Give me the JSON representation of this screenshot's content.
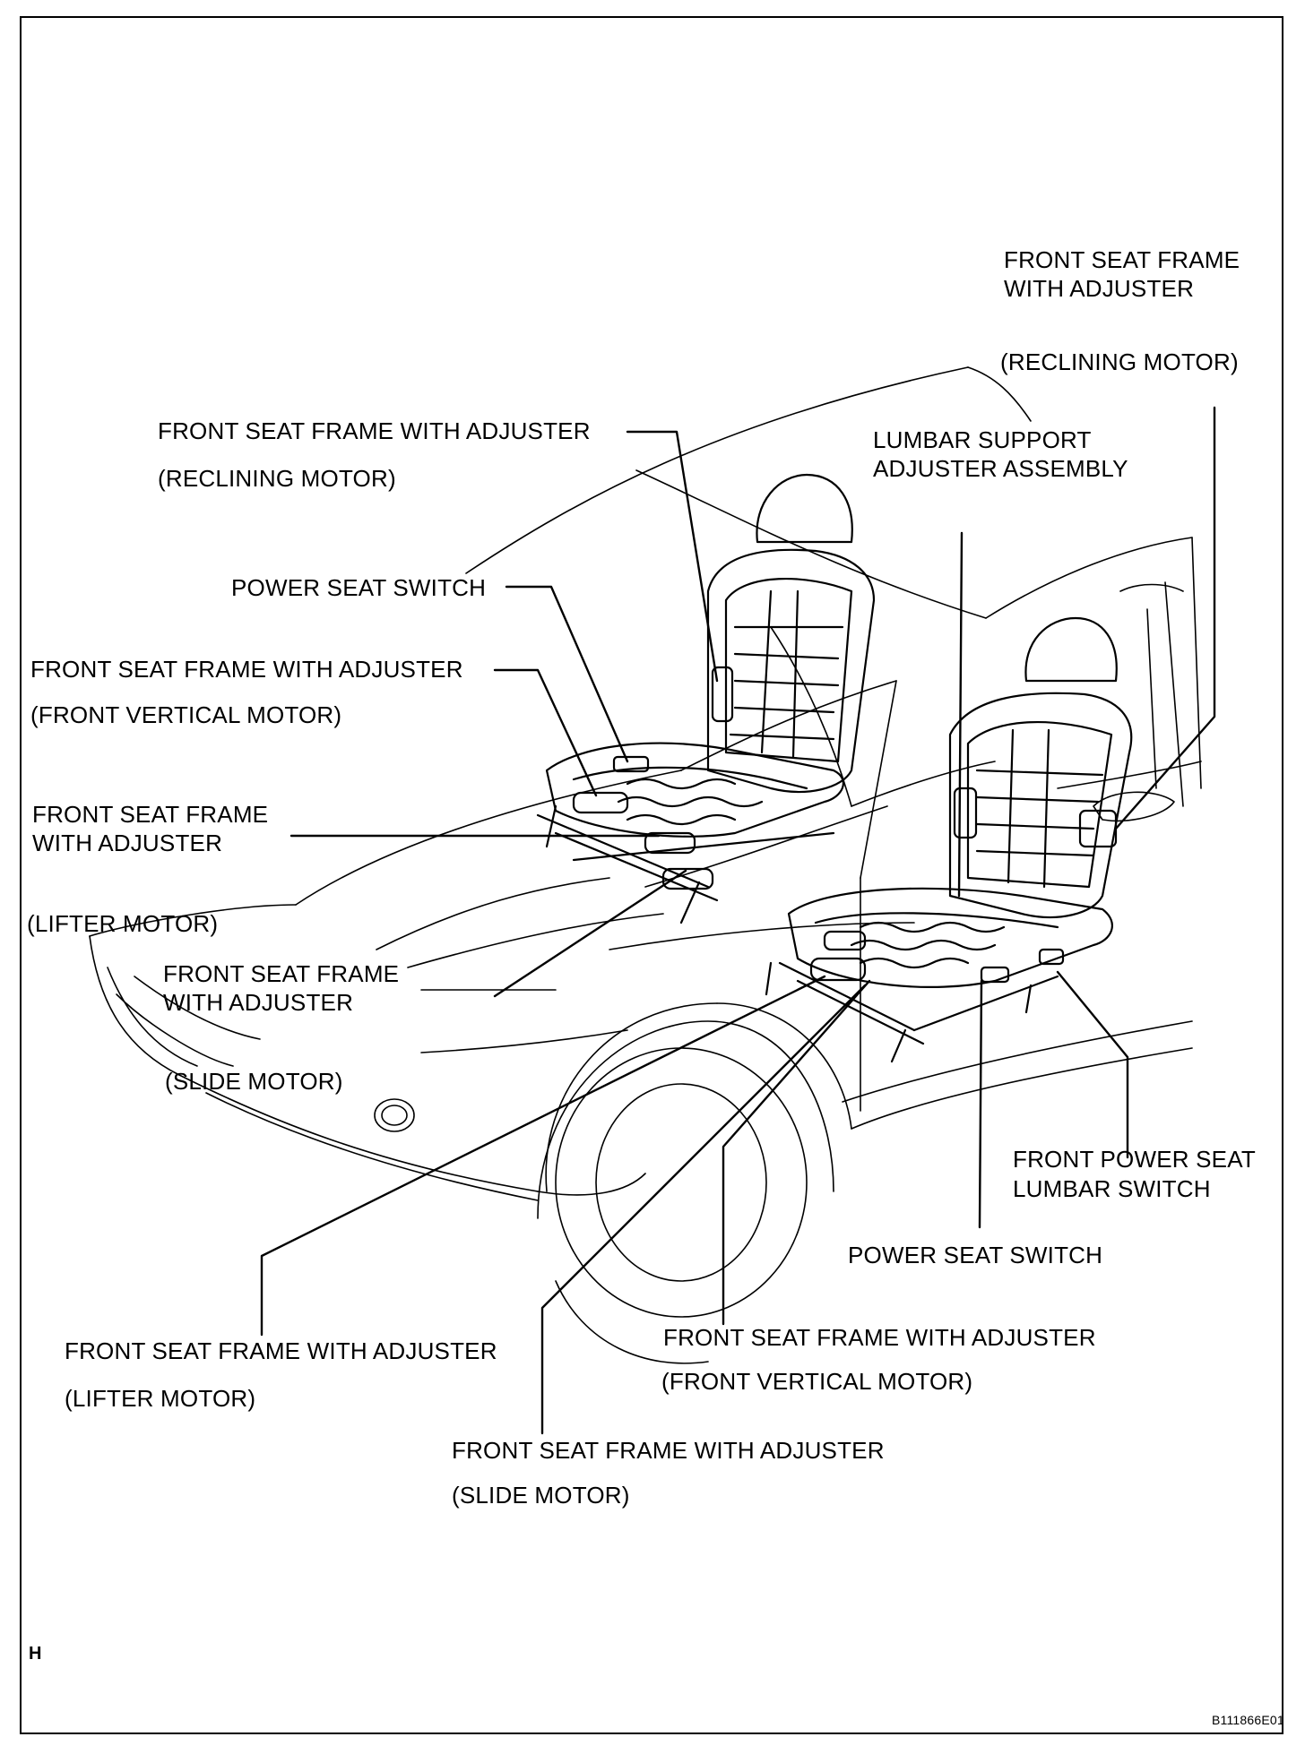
{
  "labels": {
    "rr_recl_l1": "FRONT SEAT FRAME",
    "rr_recl_l2": "WITH ADJUSTER",
    "rr_recl_l3": "(RECLINING MOTOR)",
    "l_recl_l1": "FRONT SEAT FRAME WITH ADJUSTER",
    "l_recl_l2": "(RECLINING MOTOR)",
    "lumbar_l1": "LUMBAR SUPPORT",
    "lumbar_l2": "ADJUSTER ASSEMBLY",
    "l_pss": "POWER SEAT SWITCH",
    "l_fv_l1": "FRONT SEAT FRAME WITH ADJUSTER",
    "l_fv_l2": "(FRONT VERTICAL MOTOR)",
    "l_lift_l1": "FRONT SEAT FRAME",
    "l_lift_l2": "WITH ADJUSTER",
    "l_lift_l3": "(LIFTER MOTOR)",
    "l_slide_l1": "FRONT SEAT FRAME",
    "l_slide_l2": "WITH ADJUSTER",
    "l_slide_l3": "(SLIDE MOTOR)",
    "r_lumbar_sw_l1": "FRONT POWER SEAT",
    "r_lumbar_sw_l2": "LUMBAR SWITCH",
    "r_pss": "POWER SEAT SWITCH",
    "r_lift_l1": "FRONT SEAT FRAME WITH ADJUSTER",
    "r_lift_l2": "(LIFTER MOTOR)",
    "r_fv_l1": "FRONT SEAT FRAME WITH ADJUSTER",
    "r_fv_l2": "(FRONT VERTICAL MOTOR)",
    "r_slide_l1": "FRONT SEAT FRAME WITH ADJUSTER",
    "r_slide_l2": "(SLIDE MOTOR)"
  },
  "corner_mark": "H",
  "figure_code": "B111866E01",
  "colors": {
    "ink": "#000000",
    "paper": "#ffffff"
  }
}
